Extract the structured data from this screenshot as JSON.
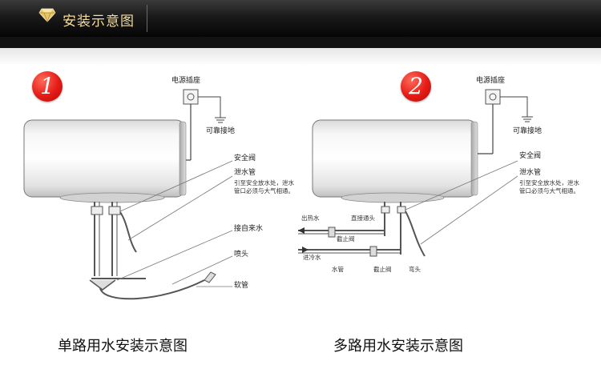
{
  "header": {
    "title": "安装示意图",
    "gem_icon": "diamond-icon"
  },
  "diagram1": {
    "number": "1",
    "power_socket": "电源插座",
    "ground": "可靠接地",
    "safety_valve": "安全阀",
    "drain_pipe": "泄水管",
    "drain_note_line1": "引至安全放水处，泄水",
    "drain_note_line2": "管口必须与大气相通。",
    "cold_water": "接自来水",
    "shower_head": "喷头",
    "hose": "软管",
    "caption": "单路用水安装示意图"
  },
  "diagram2": {
    "number": "2",
    "power_socket": "电源插座",
    "ground": "可靠接地",
    "safety_valve": "安全阀",
    "drain_pipe": "泄水管",
    "drain_note_line1": "引至安全放水处，泄水",
    "drain_note_line2": "管口必须与大气相通。",
    "hot_out": "出热水",
    "direct_fitting": "直接通头",
    "stop_valve_1": "截止阀",
    "cold_in": "进冷水",
    "water_pipe": "水管",
    "stop_valve_2": "截止阀",
    "elbow": "弯头",
    "caption": "多路用水安装示意图"
  }
}
